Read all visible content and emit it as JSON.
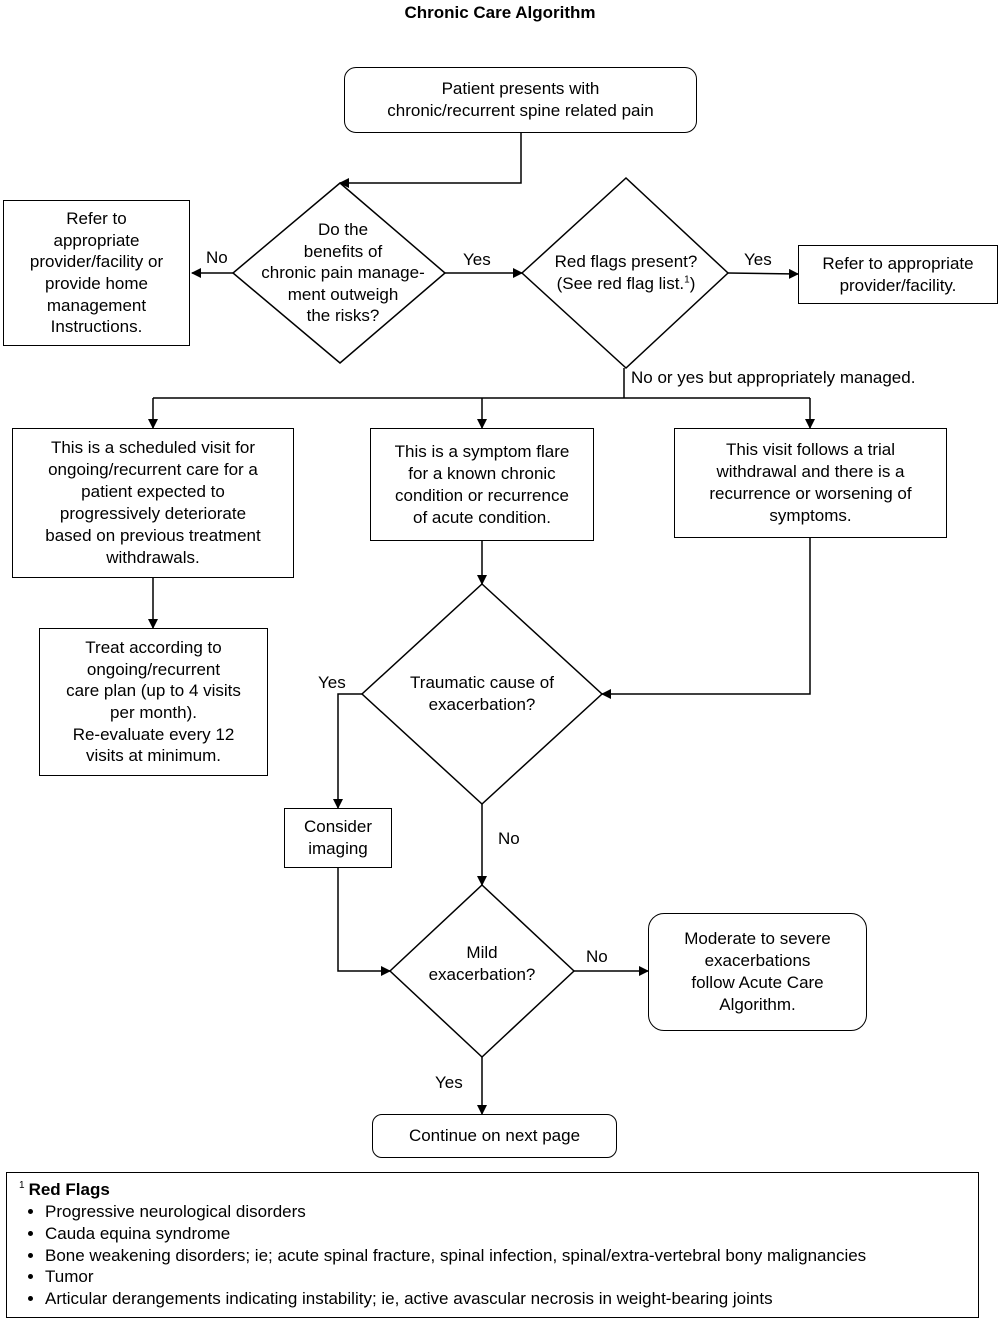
{
  "title": "Chronic Care Algorithm",
  "nodes": {
    "start": "Patient presents with\nchronic/recurrent spine related pain",
    "benefits": "Do the\nbenefits of\nchronic pain manage-\nment outweigh\nthe risks?",
    "refer_home": "Refer to\nappropriate\nprovider/facility or\nprovide home\nmanagement\nInstructions.",
    "red_flags": "Red flags present?\n(See red flag list.",
    "red_flags_sup": "1",
    "red_flags_close": ")",
    "refer_provider": "Refer to appropriate\nprovider/facility.",
    "scheduled": "This is a scheduled visit for\nongoing/recurrent care for a\npatient expected to\nprogressively deteriorate\nbased on previous treatment\nwithdrawals.",
    "flare": "This is a symptom flare\nfor a known chronic\ncondition or recurrence\nof acute condition.",
    "trial": "This visit follows a trial\nwithdrawal and there is a\nrecurrence or worsening of\nsymptoms.",
    "treat": "Treat according to\nongoing/recurrent\ncare plan (up to 4 visits\nper month).\nRe-evaluate every 12\nvisits at minimum.",
    "traumatic": "Traumatic cause of\nexacerbation?",
    "imaging": "Consider\nimaging",
    "mild": "Mild\nexacerbation?",
    "moderate": "Moderate to severe\nexacerbations\nfollow Acute Care\nAlgorithm.",
    "continue": "Continue on next page"
  },
  "edge_labels": {
    "benefits_no": "No",
    "benefits_yes": "Yes",
    "red_yes": "Yes",
    "red_no": "No or yes but appropriately managed.",
    "traumatic_yes": "Yes",
    "traumatic_no": "No",
    "mild_no": "No",
    "mild_yes": "Yes"
  },
  "legend": {
    "sup": "1",
    "title": "Red Flags",
    "items": [
      "Progressive neurological disorders",
      "Cauda equina syndrome",
      "Bone weakening disorders; ie; acute spinal fracture, spinal infection, spinal/extra-vertebral bony malignancies",
      "Tumor",
      "Articular derangements indicating instability; ie, active avascular necrosis in weight-bearing joints"
    ]
  }
}
